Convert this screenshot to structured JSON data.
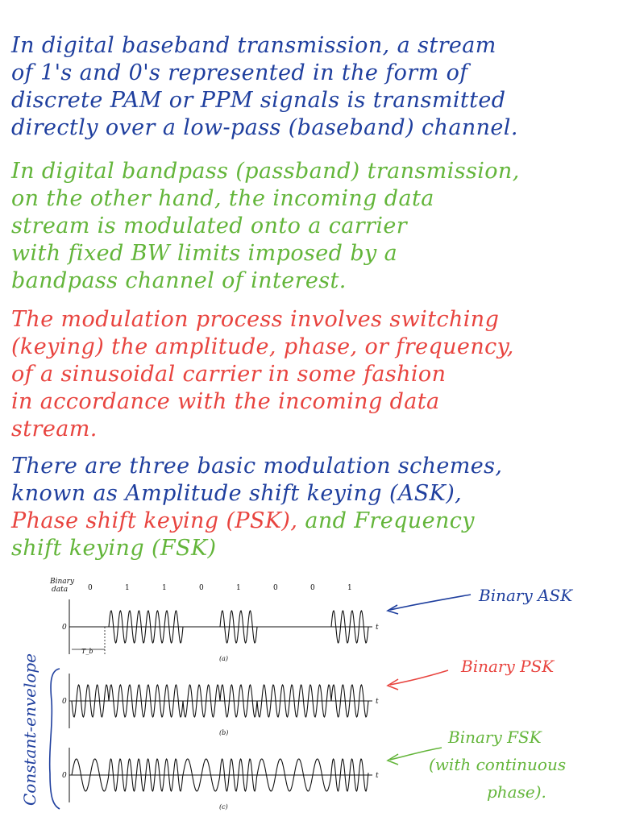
{
  "colors": {
    "blue": "#1f3f9e",
    "green": "#63b53a",
    "red": "#e8443f",
    "ink": "#111111"
  },
  "paragraphs": [
    {
      "color": "blue",
      "lines": [
        "In digital baseband transmission, a stream",
        "of 1's and 0's represented in the form of",
        "discrete PAM or PPM signals is transmitted",
        "directly over a low-pass (baseband) channel."
      ]
    },
    {
      "color": "green",
      "lines": [
        "In digital bandpass (passband) transmission,",
        "on the other hand, the incoming data",
        "stream is modulated onto a carrier",
        "with fixed BW limits imposed by a",
        "bandpass channel of interest."
      ]
    },
    {
      "color": "red",
      "lines": [
        "The modulation process involves switching",
        "(keying) the amplitude, phase, or frequency,",
        "of a sinusoidal carrier in some fashion",
        "in accordance with the incoming data",
        "stream."
      ]
    }
  ],
  "schemes": {
    "line1": "There are three basic modulation schemes,",
    "line2": "known as Amplitude shift keying (ASK),",
    "psk_text": "Phase shift keying (PSK),",
    "and_text": "and Frequency",
    "fsk_text": "shift keying (FSK)"
  },
  "figure": {
    "binary_label_1": "Binary",
    "binary_label_2": "data",
    "bits": [
      "0",
      "1",
      "1",
      "0",
      "1",
      "0",
      "0",
      "1"
    ],
    "zero_label": "0",
    "t_label": "t",
    "tb_label": "T_b",
    "panel_labels": [
      "(a)",
      "(b)",
      "(c)"
    ],
    "side_label": "Constant-envelope",
    "annotations": {
      "ask": "Binary ASK",
      "psk": "Binary PSK",
      "fsk_1": "Binary FSK",
      "fsk_2": "(with continuous",
      "fsk_3": "phase)."
    }
  }
}
